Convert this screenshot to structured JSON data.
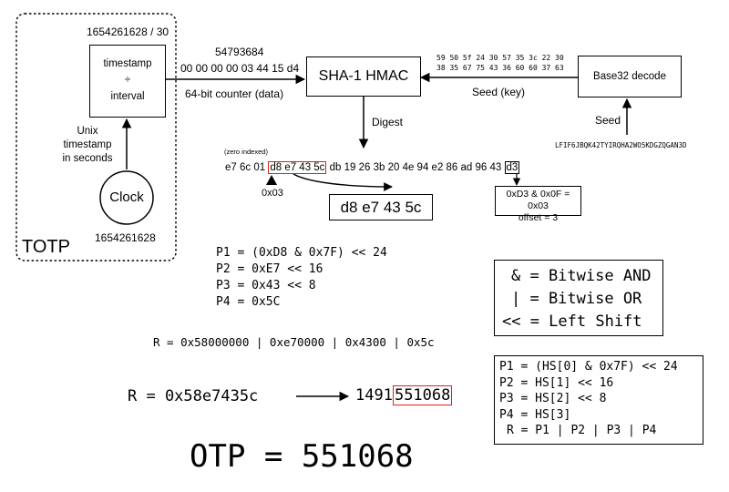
{
  "totp": {
    "label": "TOTP",
    "timestamp_over_interval": "1654261628 / 30",
    "division_box": {
      "line1": "timestamp",
      "line2": "÷",
      "line3": "interval"
    },
    "unix_label": {
      "line1": "Unix",
      "line2": "timestamp",
      "line3": "in seconds"
    },
    "clock_label": "Clock",
    "clock_value": "1654261628"
  },
  "counter": {
    "decimal": "54793684",
    "hex": "00 00 00 00 03 44 15 d4",
    "label": "64-bit counter (data)"
  },
  "hmac": {
    "box_label": "SHA-1 HMAC",
    "digest_label": "Digest"
  },
  "seed": {
    "hex_line1": "59 50 5f 24 30 57 35 3c 22 30",
    "hex_line2": "38 35 67 75 43 36 60 60 37 63",
    "key_label": "Seed (key)",
    "base32_box": "Base32 decode",
    "seed_label": "Seed",
    "seed_value": "LFIF6JBQK42TYIRQHA2WO5KDGZQGAN3D"
  },
  "digest": {
    "zero_indexed": "(zero indexed)",
    "prefix": "e7 6c 01",
    "selected": "d8 e7 43 5c",
    "middle": "db 19 26 3b 20 4e 94 e2 86 ad 96 43",
    "last_byte": "d3",
    "offset_marker": "0x03",
    "extracted": "d8 e7 43 5c",
    "offset_calc": {
      "line1": "0xD3 & 0x0F = 0x03",
      "line2": "offset = 3"
    }
  },
  "calc": {
    "p1": "P1 = (0xD8 & 0x7F) << 24",
    "p2": "P2 = 0xE7 << 16",
    "p3": "P3 = 0x43 << 8",
    "p4": "P4 = 0x5C",
    "r_or": "R = 0x58000000 | 0xe70000 | 0x4300 | 0x5c",
    "r_hex": "R = 0x58e7435c",
    "r_dec_prefix": "1491",
    "r_dec_suffix": "551068",
    "otp": "OTP = 551068"
  },
  "legend": {
    "and": "& = Bitwise AND",
    "or": "| = Bitwise OR",
    "shift": "<< = Left Shift"
  },
  "formula": {
    "p1": "P1 = (HS[0] & 0x7F) << 24",
    "p2": "P2 = HS[1] << 16",
    "p3": "P3 = HS[2] << 8",
    "p4": "P4 = HS[3]",
    "r": "R = P1 | P2 | P3 | P4"
  }
}
